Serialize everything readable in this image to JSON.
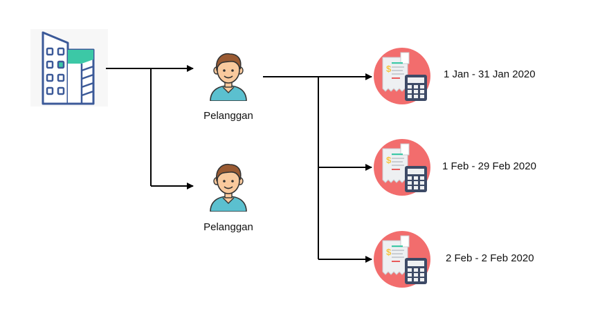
{
  "customers": [
    {
      "label": "Pelanggan",
      "icon": "customer-avatar-icon"
    },
    {
      "label": "Pelanggan",
      "icon": "customer-avatar-icon"
    }
  ],
  "invoices": [
    {
      "period": "1 Jan - 31 Jan 2020",
      "icon": "invoice-calculator-icon"
    },
    {
      "period": "1 Feb - 29 Feb 2020",
      "icon": "invoice-calculator-icon"
    },
    {
      "period": "2 Feb - 2 Feb 2020",
      "icon": "invoice-calculator-icon"
    }
  ],
  "company": {
    "icon": "building-icon"
  },
  "colors": {
    "line": "#000000",
    "building_stroke": "#3b5998",
    "building_accent": "#3cc8a6",
    "invoice_circle": "#f26d6d",
    "calculator_body": "#3d4a66",
    "receipt": "#eef0f2",
    "shirt": "#5bc0cf",
    "skin": "#f9c99d",
    "hair": "#9a5a32"
  }
}
